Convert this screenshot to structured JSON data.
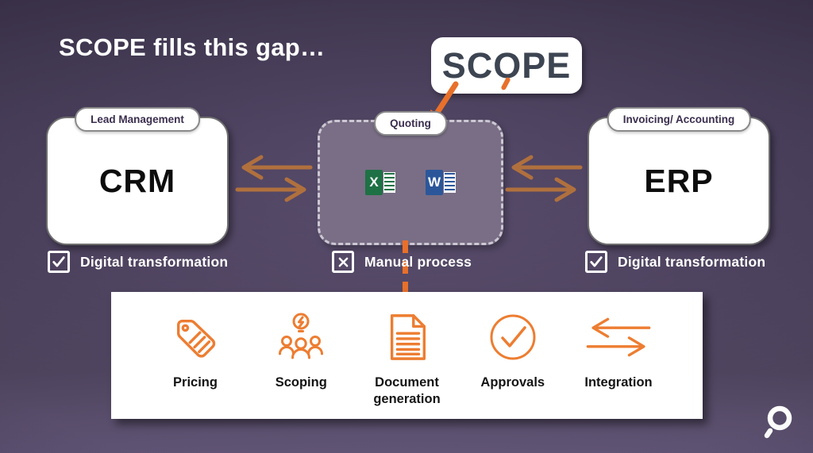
{
  "slide": {
    "title": "SCOPE fills this gap…",
    "logo": {
      "text": "SCOPE"
    },
    "boxes": {
      "crm": {
        "tab": "Lead Management",
        "title": "CRM"
      },
      "quoting": {
        "tab": "Quoting",
        "app_icons": [
          {
            "name": "excel-icon",
            "letter": "X"
          },
          {
            "name": "word-icon",
            "letter": "W"
          }
        ]
      },
      "erp": {
        "tab": "Invoicing/ Accounting",
        "title": "ERP"
      }
    },
    "statuses": {
      "crm": {
        "label": "Digital transformation",
        "state": "checked"
      },
      "quoting": {
        "label": "Manual process",
        "state": "crossed"
      },
      "erp": {
        "label": "Digital transformation",
        "state": "checked"
      }
    },
    "features": [
      {
        "icon": "price-tag-icon",
        "label": "Pricing"
      },
      {
        "icon": "team-lightbulb-icon",
        "label": "Scoping"
      },
      {
        "icon": "document-icon",
        "label": "Document generation"
      },
      {
        "icon": "approval-check-icon",
        "label": "Approvals"
      },
      {
        "icon": "sync-arrows-icon",
        "label": "Integration"
      }
    ],
    "colors": {
      "accent_orange": "#ED7D31",
      "bright_arrow_orange": "#E8702A",
      "muted_arrow_orange": "#B0703E",
      "background_purple": "#433A52",
      "logo_text_dark": "#3D4552",
      "tab_text_purple": "#3B2E4E"
    }
  }
}
